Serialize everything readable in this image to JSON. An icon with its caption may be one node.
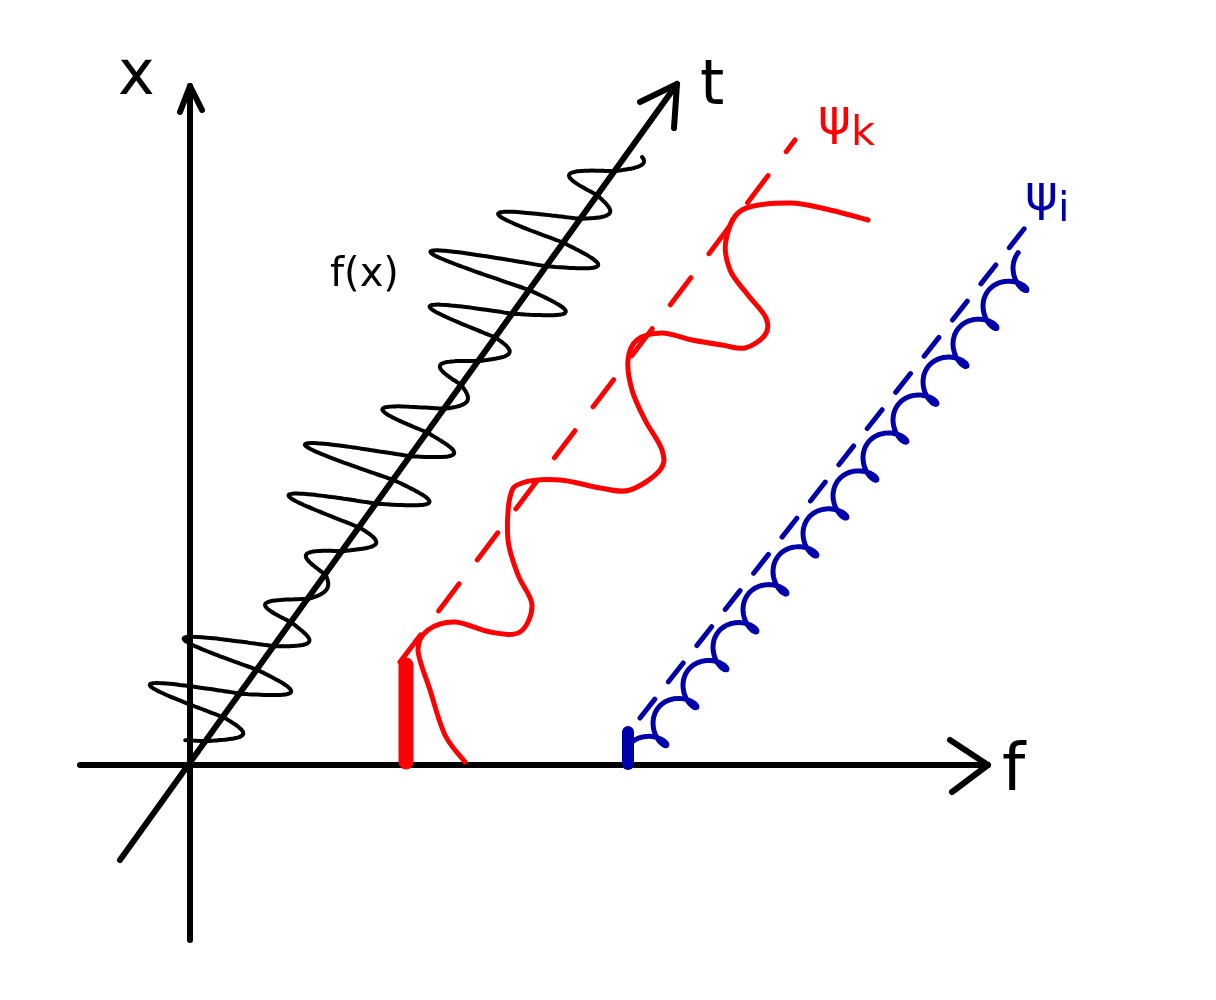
{
  "diagram": {
    "labels": [
      "x",
      "t",
      "ψ$_{k}$",
      "ψ$_{i}$",
      "f(x)",
      "f"
    ]
  }
}
